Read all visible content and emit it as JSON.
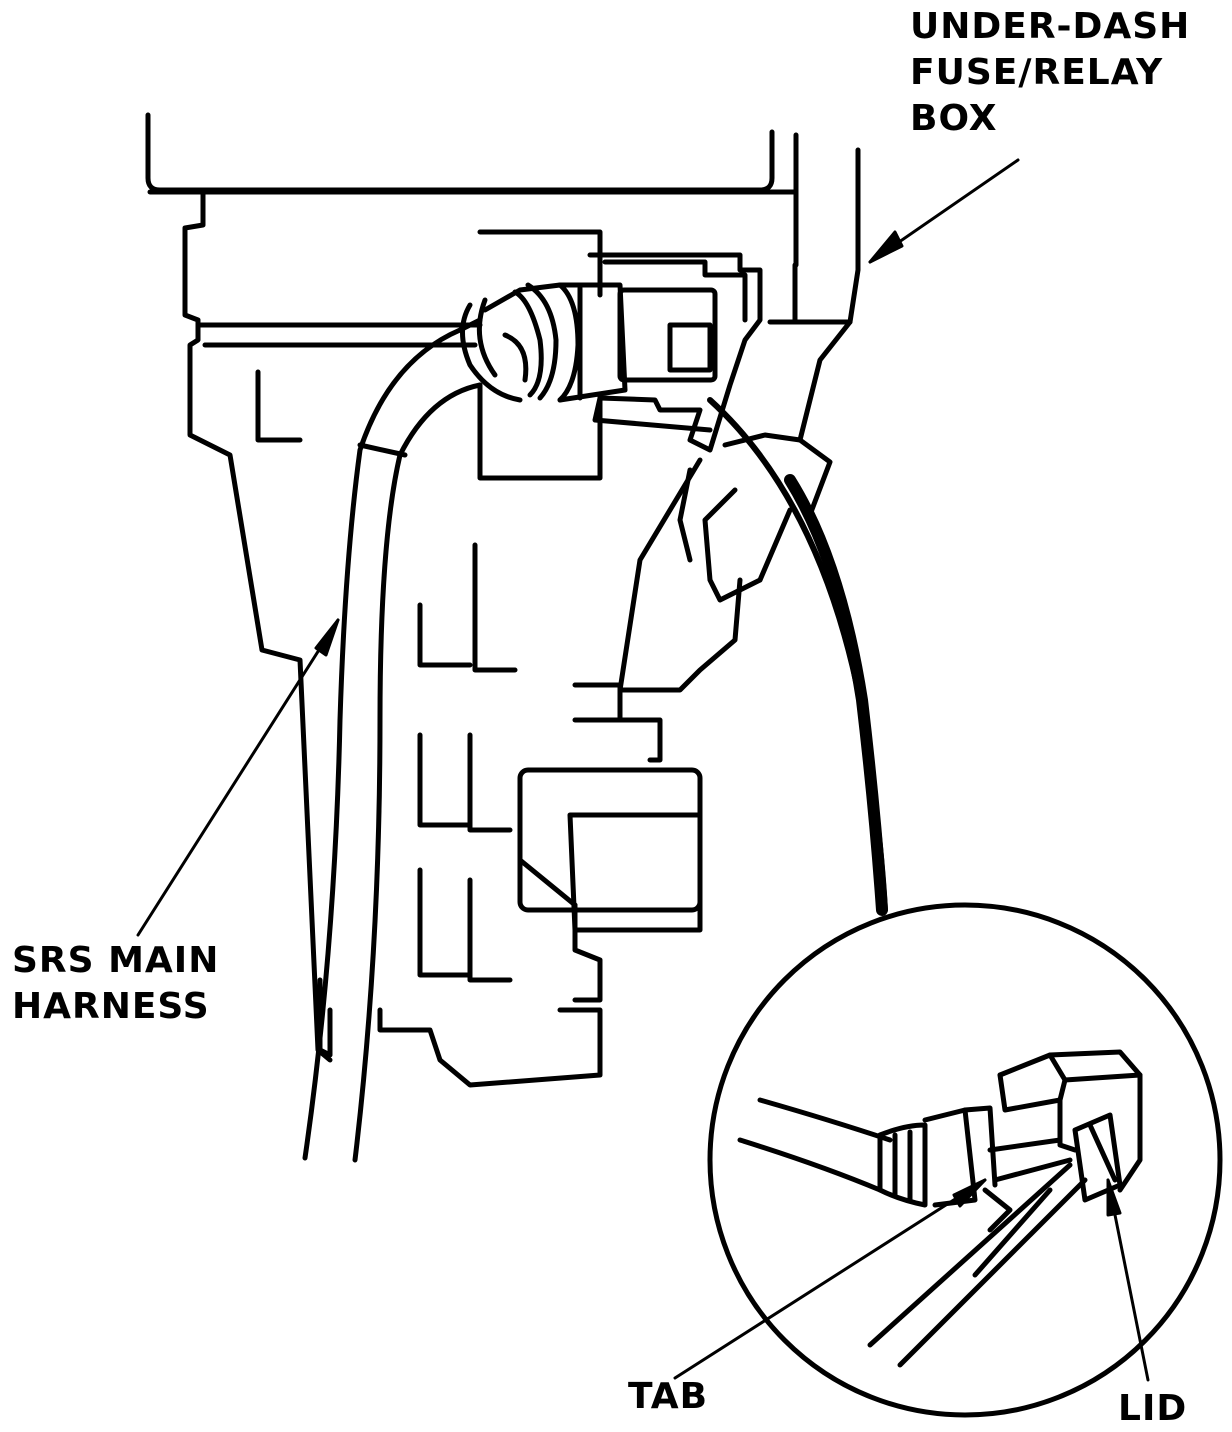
{
  "labels": {
    "fuse_box": [
      "UNDER-DASH",
      "FUSE/RELAY",
      "BOX"
    ],
    "srs_harness": [
      "SRS MAIN",
      "HARNESS"
    ],
    "tab": "TAB",
    "lid": "LID"
  },
  "colors": {
    "ink": "#000000",
    "paper": "#ffffff"
  }
}
